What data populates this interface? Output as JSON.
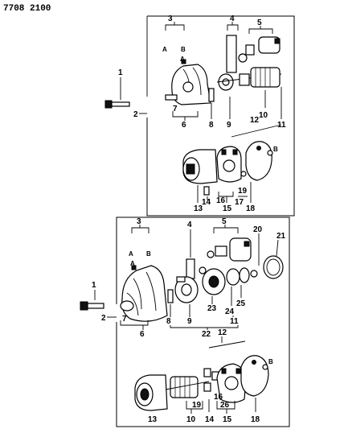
{
  "header": {
    "code": "7708 2100"
  },
  "top_group": {
    "labels": {
      "n1": "1",
      "n2": "2",
      "n3": "3",
      "A": "A",
      "B": "B",
      "A2": "A",
      "n4": "4",
      "n5": "5",
      "n6": "6",
      "n7": "7",
      "n8": "8",
      "n9": "9",
      "n10": "10",
      "n11": "11",
      "n12": "12",
      "n13": "13",
      "n14": "14",
      "n15": "15",
      "n16": "16",
      "n17": "17",
      "n18": "18",
      "n19": "19",
      "B2": "B"
    }
  },
  "bottom_group": {
    "labels": {
      "n1": "1",
      "n2": "2",
      "n3": "3",
      "A": "A",
      "B": "B",
      "A2": "A",
      "n4": "4",
      "n5": "5",
      "n6": "6",
      "n7": "7",
      "n8": "8",
      "n9": "9",
      "n10": "10",
      "n11": "11",
      "n12": "12",
      "n13": "13",
      "n14": "14",
      "n15": "15",
      "n16": "16",
      "n18": "18",
      "n19": "19",
      "n20": "20",
      "n21": "21",
      "n22": "22",
      "n23": "23",
      "n24": "24",
      "n25": "25",
      "n26": "26",
      "B2": "B"
    }
  }
}
